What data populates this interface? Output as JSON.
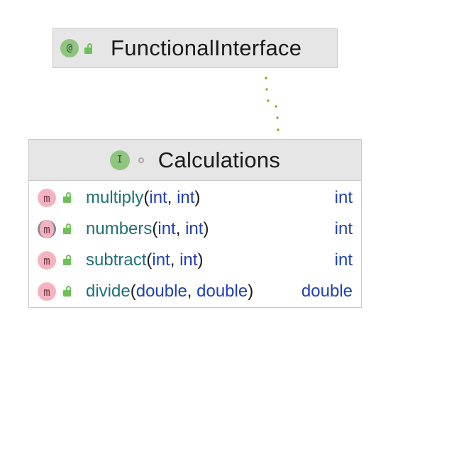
{
  "annotation": {
    "badge": "@",
    "title": "FunctionalInterface",
    "icon": "annotation-badge-icon"
  },
  "interface": {
    "badge": "I",
    "title": "Calculations",
    "icon": "interface-badge-icon",
    "methods": [
      {
        "badge": "m",
        "abstract": false,
        "name": "multiply",
        "params": [
          "int",
          "int"
        ],
        "return_type": "int"
      },
      {
        "badge": "m",
        "abstract": true,
        "name": "numbers",
        "params": [
          "int",
          "int"
        ],
        "return_type": "int"
      },
      {
        "badge": "m",
        "abstract": false,
        "name": "subtract",
        "params": [
          "int",
          "int"
        ],
        "return_type": "int"
      },
      {
        "badge": "m",
        "abstract": false,
        "name": "divide",
        "params": [
          "double",
          "double"
        ],
        "return_type": "double"
      }
    ]
  },
  "punct": {
    "open": "(",
    "sep": ", ",
    "close": ")"
  },
  "colors": {
    "header_bg": "#e6e6e6",
    "border": "#c9c9c9",
    "method_badge": "#f5b3bf",
    "kind_badge": "#8fc57f",
    "lock": "#6fbf5a",
    "method_name": "#1f6f7a",
    "type": "#1f3fb5",
    "edge": "#9a9a00"
  }
}
